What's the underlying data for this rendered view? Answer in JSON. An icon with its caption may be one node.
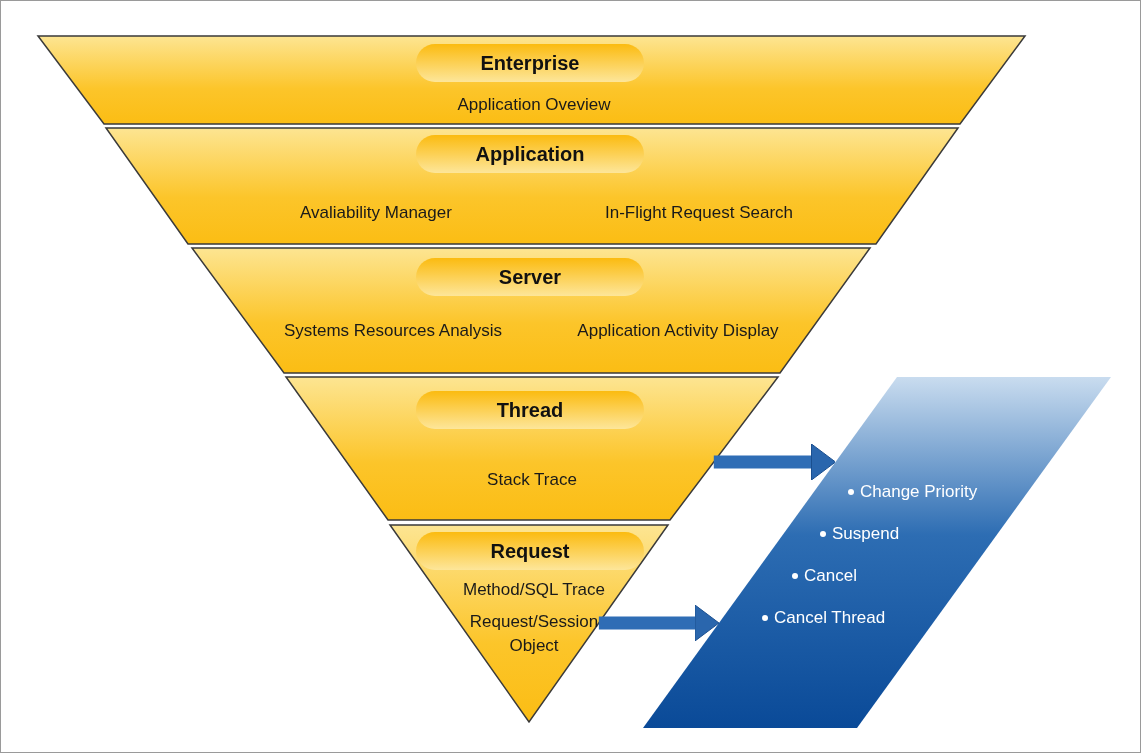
{
  "diagram": {
    "nodes": [
      {
        "text": [
          "Enterprise",
          "Application Oveview"
        ]
      },
      {
        "text": [
          "Application",
          "Avaliability Manager",
          "In-Flight Request Search"
        ]
      },
      {
        "text": [
          "Server",
          "Systems Resources Analysis",
          "Application Activity Display"
        ]
      },
      {
        "text": [
          "Thread",
          "Stack Trace"
        ]
      },
      {
        "text": [
          "Request",
          "Method/SQL Trace",
          "Request/Session Object"
        ]
      },
      {
        "text": [
          "Change Priority",
          "Suspend",
          "Cancel",
          "Cancel Thread"
        ]
      }
    ],
    "edges": [
      {
        "from": 3,
        "to": 5,
        "arrow": "to"
      },
      {
        "from": 4,
        "to": 5,
        "arrow": "to"
      }
    ]
  }
}
